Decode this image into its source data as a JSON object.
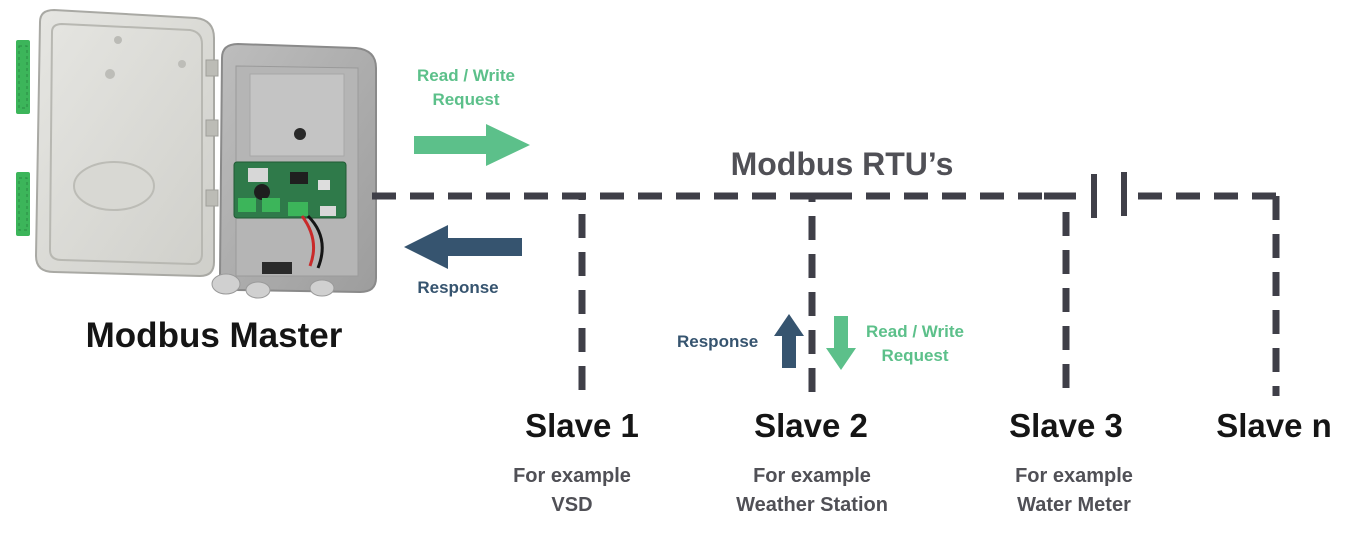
{
  "master": {
    "label": "Modbus Master",
    "request_label_line1": "Read / Write",
    "request_label_line2": "Request",
    "response_label": "Response"
  },
  "bus": {
    "label": "Modbus RTU’s"
  },
  "slaves": [
    {
      "name": "Slave 1",
      "example_line1": "For example",
      "example_line2": "VSD"
    },
    {
      "name": "Slave 2",
      "example_line1": "For example",
      "example_line2": "Weather Station"
    },
    {
      "name": "Slave 3",
      "example_line1": "For example",
      "example_line2": "Water Meter"
    },
    {
      "name": "Slave n"
    }
  ],
  "slave2_flow": {
    "response_label": "Response",
    "request_label_line1": "Read / Write",
    "request_label_line2": "Request"
  },
  "colors": {
    "request": "#5cc08a",
    "response": "#36546f",
    "bus_line": "#3f3f48",
    "enclosure": "#c9c9c9",
    "terminal_blocks": "#3cb55a",
    "circuit_board": "#2f7a4a"
  }
}
